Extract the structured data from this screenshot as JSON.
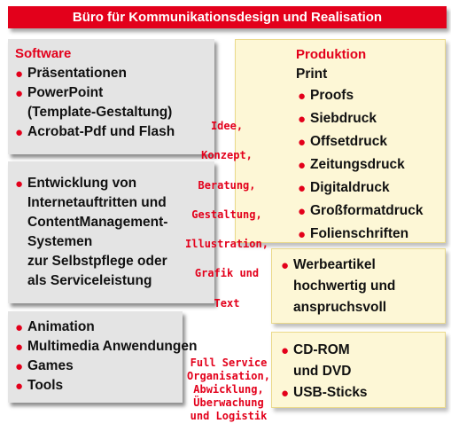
{
  "header": {
    "title": "Büro für Kommunikationsdesign und Realisation"
  },
  "software": {
    "title": "Software",
    "items": [
      {
        "lines": [
          "Präsentationen"
        ]
      },
      {
        "lines": [
          "PowerPoint",
          "(Template-Gestaltung)"
        ]
      },
      {
        "lines": [
          "Acrobat-Pdf und Flash"
        ]
      }
    ]
  },
  "web": {
    "lines": [
      "Entwicklung von",
      "Internetauftritten und",
      "ContentManagement-",
      "Systemen",
      "zur Selbstpflege oder",
      "als Serviceleistung"
    ]
  },
  "multimedia": {
    "items": [
      "Animation",
      "Multimedia Anwendungen",
      "Games",
      "Tools"
    ]
  },
  "produktion": {
    "title": "Produktion",
    "subtitle": "Print",
    "items": [
      "Proofs",
      "Siebdruck",
      "Offsetdruck",
      "Zeitungsdruck",
      "Digitaldruck",
      "Großformatdruck",
      "Folienschriften"
    ]
  },
  "werbeartikel": {
    "lines": [
      "Werbeartikel",
      "hochwertig und",
      "anspruchsvoll"
    ]
  },
  "datentraeger": {
    "items": [
      {
        "lines": [
          "CD-ROM",
          "und DVD"
        ]
      },
      {
        "lines": [
          "USB-Sticks"
        ]
      }
    ]
  },
  "center": {
    "words": [
      "Idee,",
      "Konzept,",
      "Beratung,",
      "Gestaltung,",
      "Illustration,",
      "Grafik und",
      "Text"
    ]
  },
  "full_service": {
    "lines": [
      "Full Service",
      "Organisation,",
      "Abwicklung,",
      "Überwachung",
      "und Logistik"
    ]
  },
  "colors": {
    "accent": "#e3001b",
    "grey_box": "#e4e4e4",
    "cream_box": "#fdf7d6"
  }
}
